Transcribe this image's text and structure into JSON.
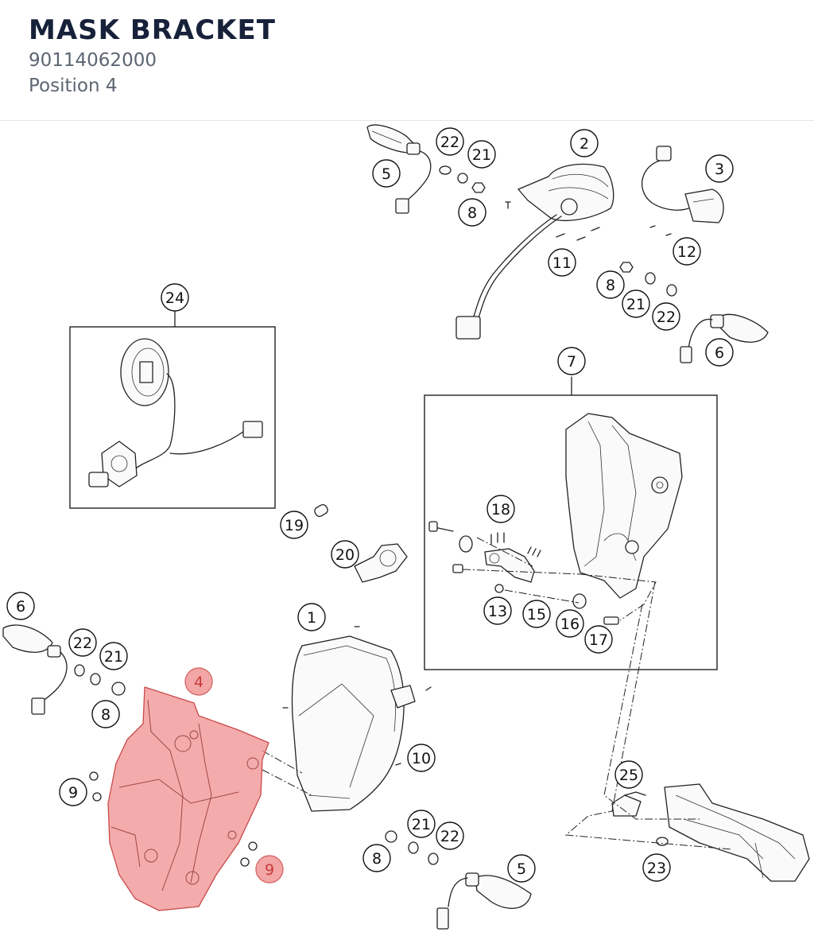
{
  "header": {
    "title": "MASK BRACKET",
    "part_number": "90114062000",
    "position": "Position 4"
  },
  "diagram": {
    "highlight_color": "#f08a8a",
    "highlighted_positions": [
      "4",
      "9"
    ],
    "callouts": [
      "22",
      "21",
      "2",
      "3",
      "5",
      "8",
      "11",
      "12",
      "8",
      "21",
      "22",
      "6",
      "24",
      "7",
      "18",
      "19",
      "20",
      "13",
      "15",
      "16",
      "17",
      "6",
      "22",
      "21",
      "1",
      "4",
      "8",
      "10",
      "9",
      "9",
      "21",
      "22",
      "8",
      "5",
      "25",
      "23"
    ]
  }
}
